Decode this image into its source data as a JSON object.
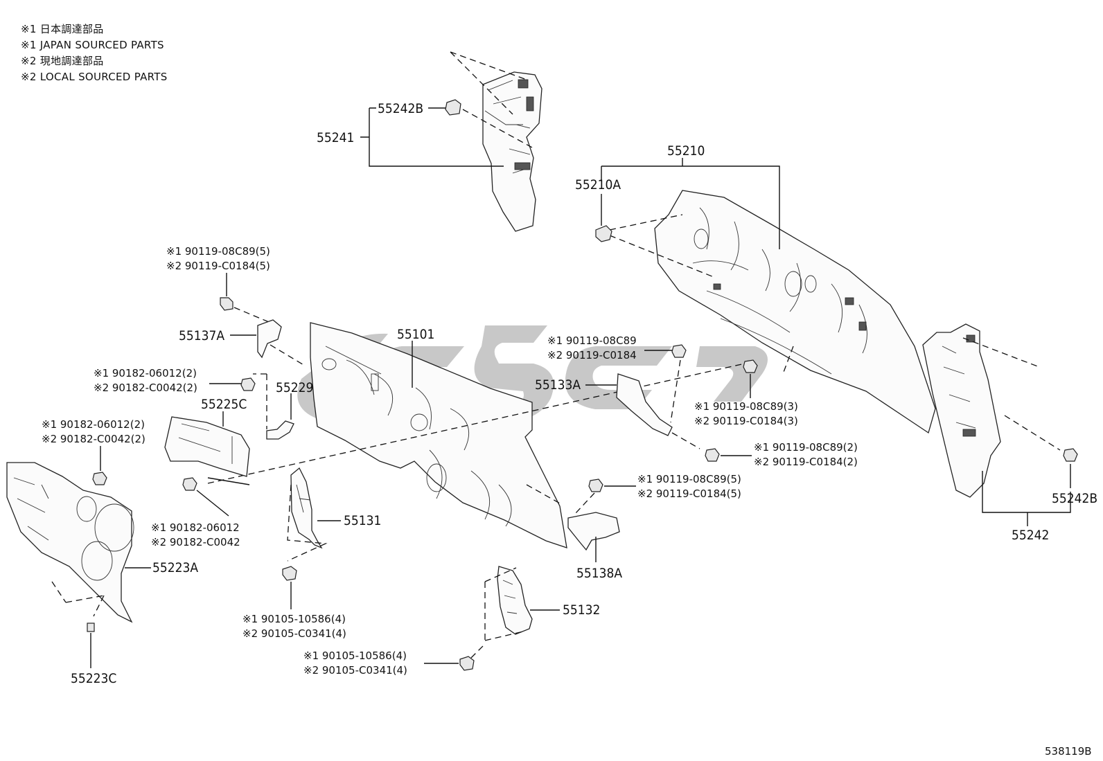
{
  "notes": [
    "※1 日本調達部品",
    "※1 JAPAN SOURCED PARTS",
    "※2 現地調達部品",
    "※2 LOCAL SOURCED PARTS"
  ],
  "parts": {
    "p55242B_top": "55242B",
    "p55241": "55241",
    "p55210": "55210",
    "p55210A": "55210A",
    "p55137A": "55137A",
    "p55101": "55101",
    "p55229": "55229",
    "p55225C": "55225C",
    "p55133A": "55133A",
    "p55131": "55131",
    "p55223A": "55223A",
    "p55223C": "55223C",
    "p55138A": "55138A",
    "p55132": "55132",
    "p55242": "55242",
    "p55242B_right": "55242B"
  },
  "fasteners": {
    "f1a": "※1 90119-08C89(5)",
    "f1b": "※2 90119-C0184(5)",
    "f2a": "※1 90182-06012(2)",
    "f2b": "※2 90182-C0042(2)",
    "f3a": "※1 90182-06012(2)",
    "f3b": "※2 90182-C0042(2)",
    "f4a": "※1 90182-06012",
    "f4b": "※2 90182-C0042",
    "f5a": "※1 90105-10586(4)",
    "f5b": "※2 90105-C0341(4)",
    "f6a": "※1 90105-10586(4)",
    "f6b": "※2 90105-C0341(4)",
    "f7a": "※1 90119-08C89",
    "f7b": "※2 90119-C0184",
    "f8a": "※1 90119-08C89(3)",
    "f8b": "※2 90119-C0184(3)",
    "f9a": "※1 90119-08C89(2)",
    "f9b": "※2 90119-C0184(2)",
    "f10a": "※1 90119-08C89(5)",
    "f10b": "※2 90119-C0184(5)"
  },
  "illustration_id": "538119B"
}
